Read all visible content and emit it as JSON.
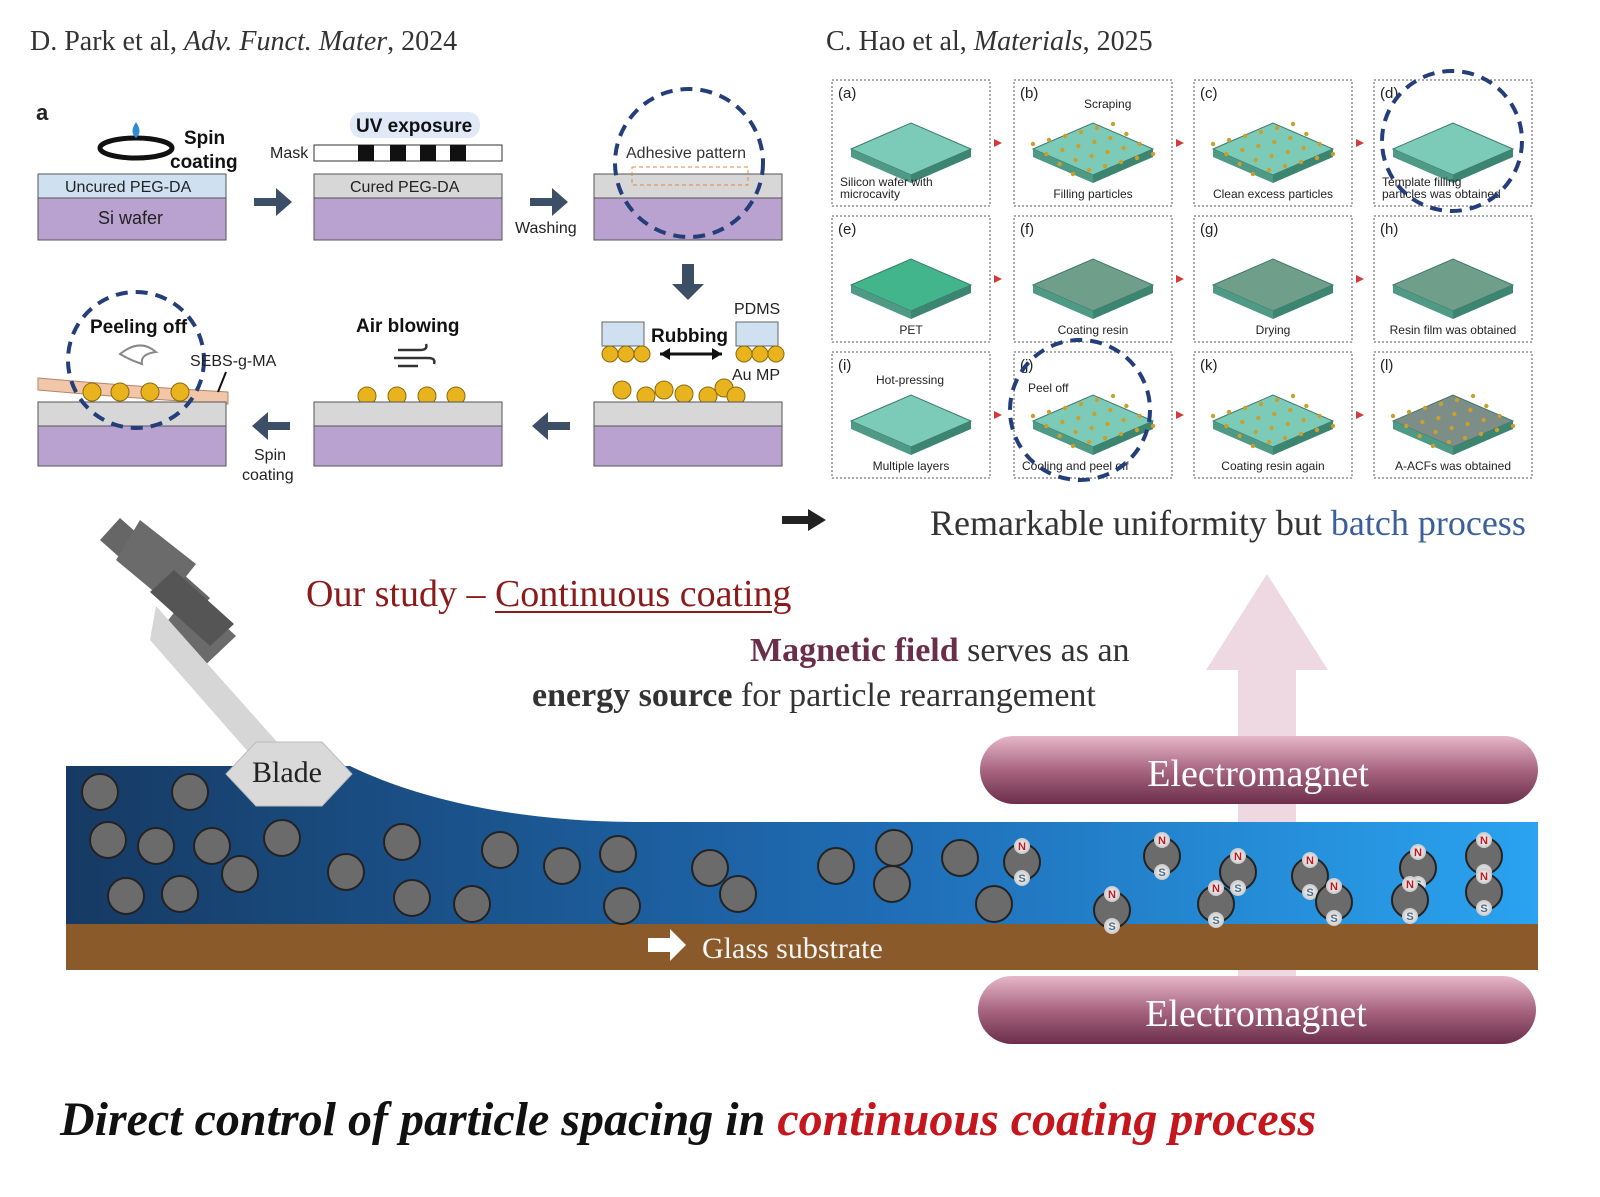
{
  "citations": {
    "left": {
      "authors": "D. Park et al,",
      "journal": "Adv. Funct. Mater",
      "year": ", 2024"
    },
    "right": {
      "authors": "C. Hao et al,",
      "journal": "Materials",
      "year": ", 2025"
    }
  },
  "park_panel": {
    "panel_letter": "a",
    "spin_coating_top": [
      "Spin",
      "coating"
    ],
    "uncured_label": "Uncured PEG-DA",
    "si_wafer": "Si wafer",
    "uv_exposure": "UV exposure",
    "mask": "Mask",
    "cured_label": "Cured PEG-DA",
    "washing": "Washing",
    "adhesive_pattern": "Adhesive pattern",
    "pdms": "PDMS",
    "rubbing": "Rubbing",
    "au_mp": "Au MP",
    "air_blowing": "Air blowing",
    "peeling_off": "Peeling off",
    "sebs": "SEBS-g-MA",
    "spin_coating_bottom": [
      "Spin",
      "coating"
    ]
  },
  "hao_panel": {
    "cells": [
      {
        "letter": "(a)",
        "top": "",
        "caption": [
          "Silicon wafer with",
          "microcavity"
        ]
      },
      {
        "letter": "(b)",
        "top": "Scraping",
        "caption": [
          "Filling particles"
        ]
      },
      {
        "letter": "(c)",
        "top": "",
        "caption": [
          "Clean excess particles"
        ]
      },
      {
        "letter": "(d)",
        "top": "",
        "caption": [
          "Template filling",
          "particles was obtained"
        ]
      },
      {
        "letter": "(e)",
        "top": "",
        "caption": [
          "PET"
        ]
      },
      {
        "letter": "(f)",
        "top": "",
        "caption": [
          "Coating resin"
        ]
      },
      {
        "letter": "(g)",
        "top": "",
        "caption": [
          "Drying"
        ]
      },
      {
        "letter": "(h)",
        "top": "",
        "caption": [
          "Resin film was obtained"
        ]
      },
      {
        "letter": "(i)",
        "top": "Hot-pressing",
        "caption": [
          "Multiple layers"
        ]
      },
      {
        "letter": "(j)",
        "top": "Peel off",
        "caption": [
          "Cooling and peel off"
        ]
      },
      {
        "letter": "(k)",
        "top": "",
        "caption": [
          "Coating resin again"
        ]
      },
      {
        "letter": "(l)",
        "top": "",
        "caption": [
          "A-ACFs was obtained"
        ]
      }
    ]
  },
  "uniformity": {
    "prefix": "Remarkable uniformity but ",
    "highlight": "batch process"
  },
  "our_study": {
    "prefix": "Our study – ",
    "highlight": "Continuous coating"
  },
  "magnetic": {
    "line1_bold": "Magnetic field",
    "line1_rest": " serves as an",
    "line2_bold": "energy source",
    "line2_rest": " for particle rearrangement"
  },
  "coating": {
    "blade": "Blade",
    "glass": "Glass substrate",
    "electromagnet_top": "Electromagnet",
    "electromagnet_bottom": "Electromagnet",
    "pole_n": "N",
    "pole_s": "S"
  },
  "bottom_title": {
    "prefix": "Direct control of particle spacing in ",
    "highlight": "continuous coating process"
  },
  "colors": {
    "dark_red": "#8b1a1a",
    "accent_red": "#c4161c",
    "batch_blue": "#3a5f9a",
    "magnet_purple": "#6b2e4a",
    "fluid_dark": "#163a63",
    "fluid_light": "#2aa3f0",
    "substrate": "#8a5a2b",
    "pegda_blue": "#cfe0f0",
    "wafer_purple": "#b9a2d0",
    "gold": "#e8b31c"
  }
}
